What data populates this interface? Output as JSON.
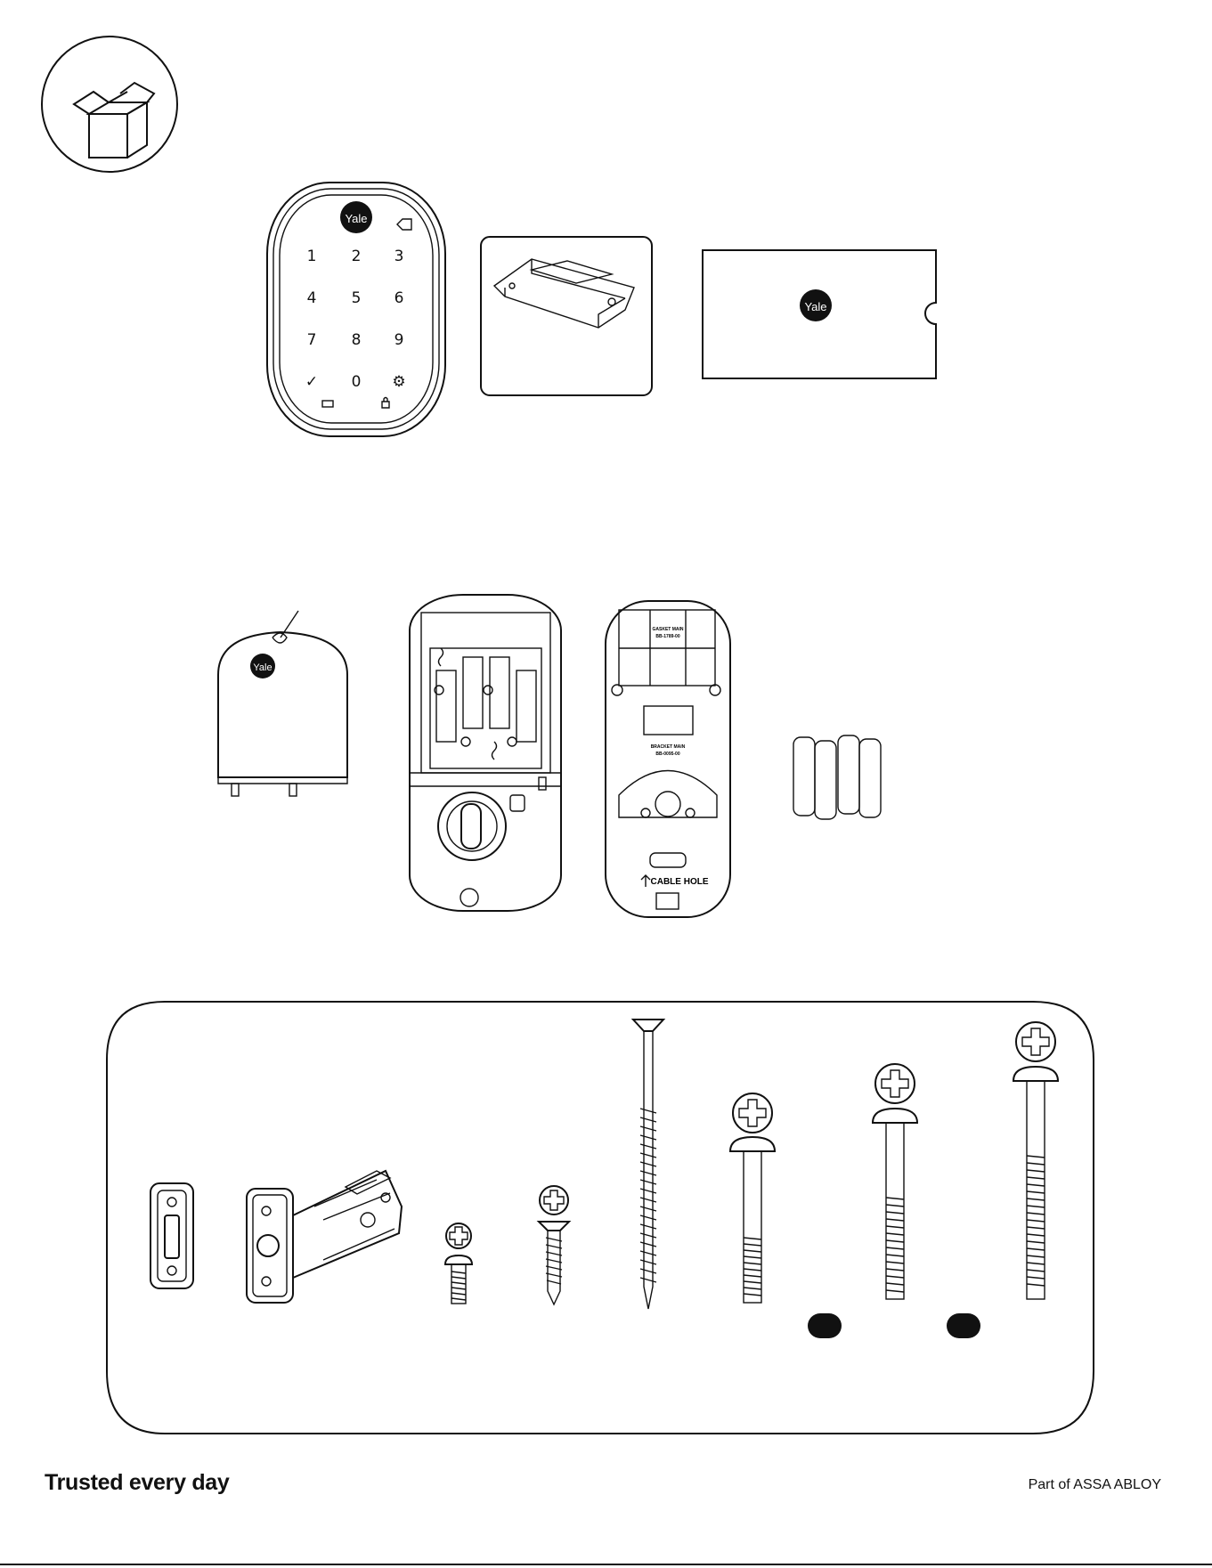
{
  "brand": {
    "logo_text": "Yale",
    "accent": "#111111"
  },
  "keypad": {
    "keys": [
      "1",
      "2",
      "3",
      "4",
      "5",
      "6",
      "7",
      "8",
      "9",
      "✓",
      "0",
      "⚙"
    ]
  },
  "lock_labels": {
    "gasket": [
      "GASKET MAIN",
      "BB-1789-00"
    ],
    "bracket": [
      "BRACKET MAIN",
      "BB-0095-00"
    ],
    "cable_hole": "CABLE HOLE"
  },
  "footer": {
    "tagline": "Trusted every day",
    "brand_line": "Part of ASSA ABLOY"
  },
  "icons": [
    "box-icon",
    "delete-key-icon",
    "battery-icon",
    "lock-icon",
    "settings-icon"
  ]
}
